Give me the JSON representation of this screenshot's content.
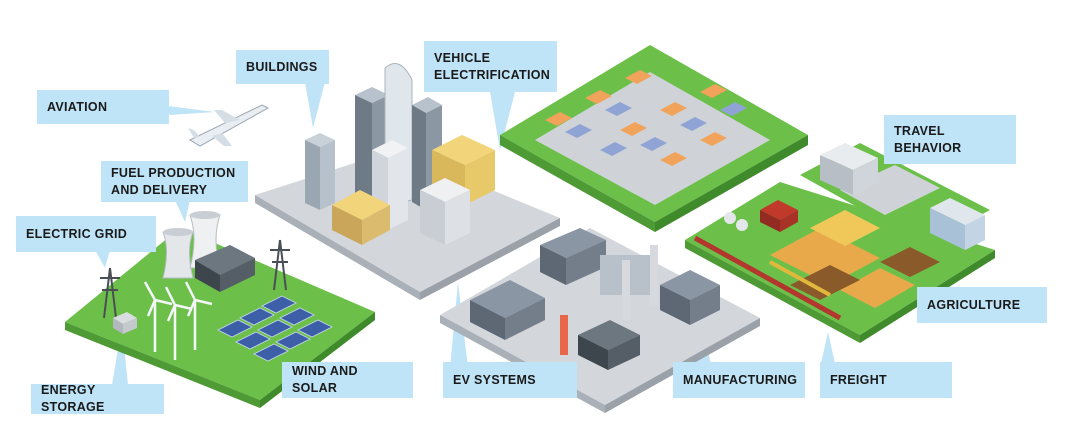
{
  "labels": {
    "aviation": "AVIATION",
    "buildings": "BUILDINGS",
    "vehicle_electrification": "VEHICLE\nELECTRIFICATION",
    "fuel_production": "FUEL PRODUCTION\nAND DELIVERY",
    "electric_grid": "ELECTRIC GRID",
    "energy_storage": "ENERGY STORAGE",
    "wind_and_solar": "WIND AND SOLAR",
    "ev_systems": "EV SYSTEMS",
    "manufacturing": "MANUFACTURING",
    "freight": "FREIGHT",
    "agriculture": "AGRICULTURE",
    "travel_behavior": "TRAVEL\nBEHAVIOR"
  },
  "colors": {
    "callout_fill": "#bfe4f7",
    "grass": "#6cc04a",
    "road": "#cfd3d8",
    "building_gray": "#a7adb5",
    "solar_blue": "#3c5fa8"
  }
}
